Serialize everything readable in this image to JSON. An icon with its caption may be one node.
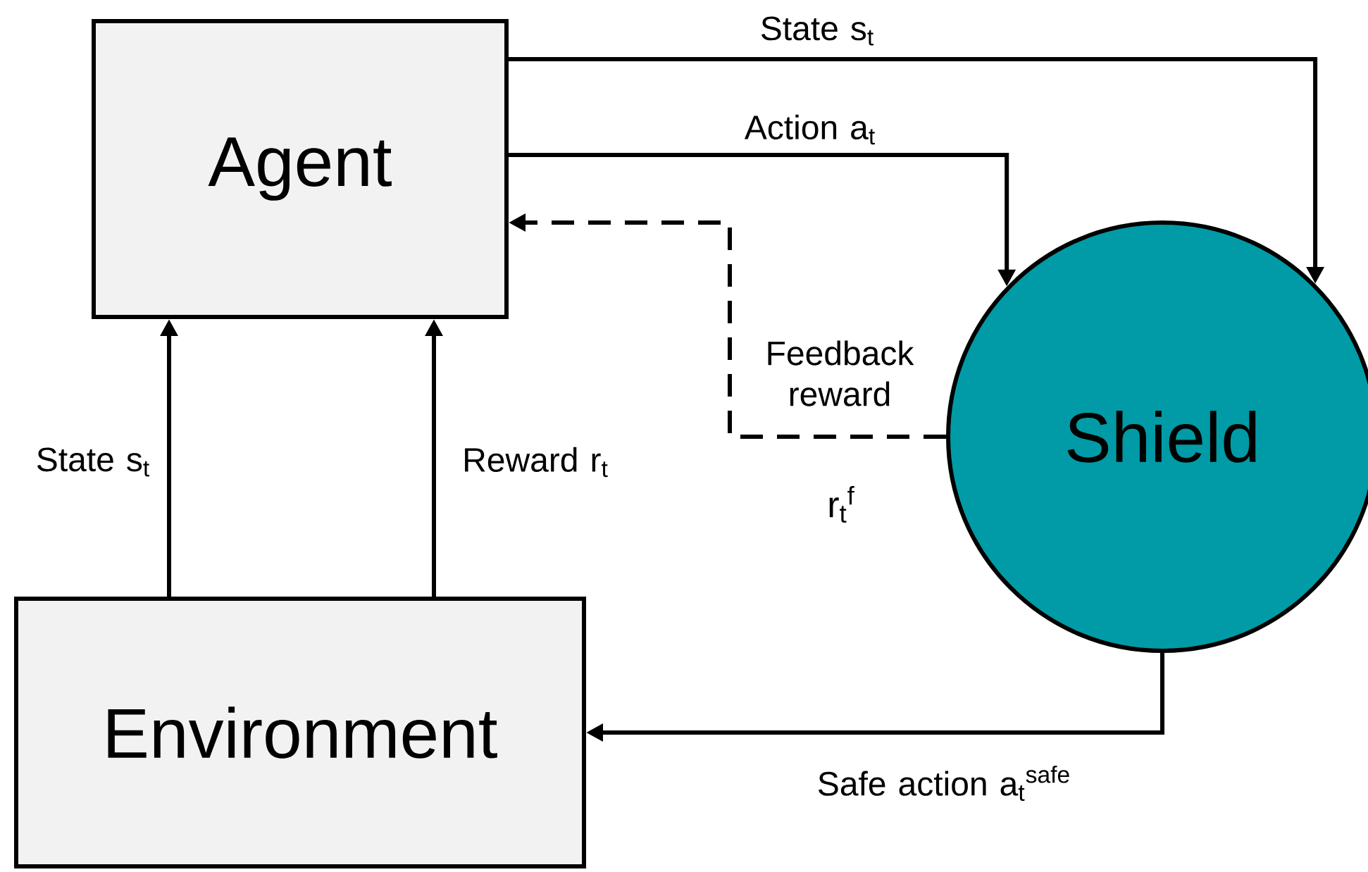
{
  "diagram": {
    "nodes": [
      {
        "text": [
          "Agent"
        ]
      },
      {
        "text": [
          "Environment"
        ]
      },
      {
        "text": [
          "Shield"
        ]
      }
    ],
    "edges": [
      {
        "from": 0,
        "to": 2,
        "arrow": "to",
        "label": "State s$_{t}$"
      },
      {
        "from": 0,
        "to": 2,
        "arrow": "to",
        "label": "Action a$_{t}$"
      },
      {
        "from": 2,
        "to": 0,
        "arrow": "to",
        "style": "dashed",
        "label": "Feedback reward"
      },
      {
        "from": 1,
        "to": 0,
        "arrow": "to",
        "label": "State s$_{t}$"
      },
      {
        "from": 1,
        "to": 0,
        "arrow": "to",
        "label": "Reward r$_{t}$"
      },
      {
        "from": 2,
        "to": 1,
        "arrow": "to",
        "label": "Safe action a$_{t}$$^{safe}$"
      }
    ],
    "labels": [
      "r$_{t}$$^{f}$"
    ]
  }
}
